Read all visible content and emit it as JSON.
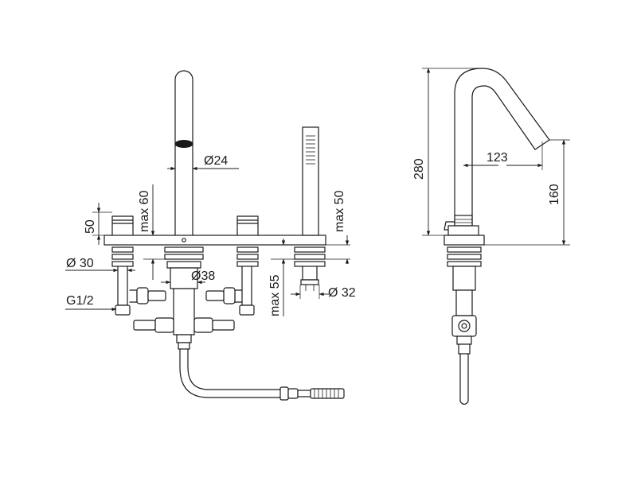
{
  "labels": {
    "spout_diameter": "Ø24",
    "max_60": "max 60",
    "height_50": "50",
    "diameter_30": "Ø 30",
    "thread": "G1/2",
    "diameter_38": "Ø38",
    "max_55": "max 55",
    "max_50": "max 50",
    "diameter_32": "Ø 32",
    "height_280": "280",
    "reach_123": "123",
    "height_160": "160"
  }
}
